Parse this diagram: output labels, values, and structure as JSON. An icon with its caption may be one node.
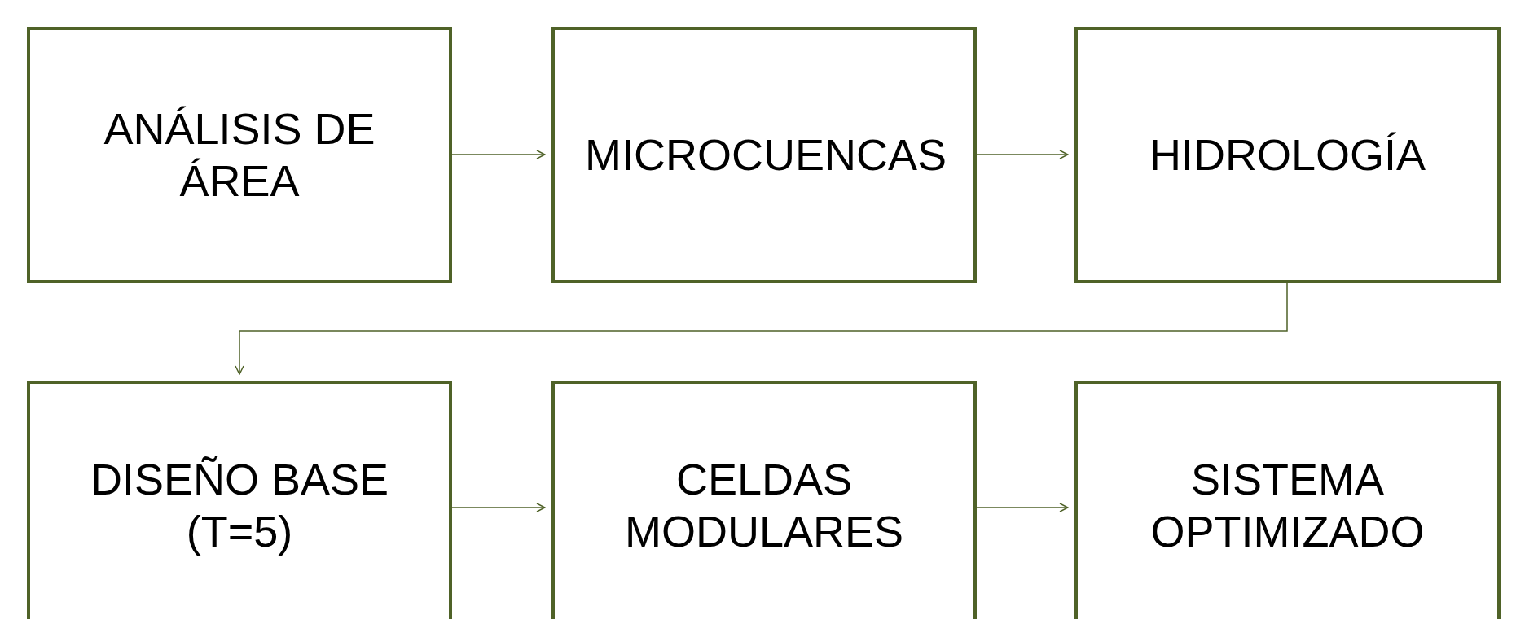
{
  "diagram": {
    "nodes": [
      {
        "text": [
          "ANÁLISIS DE ÁREA"
        ]
      },
      {
        "text": [
          "MICROCUENCAS"
        ]
      },
      {
        "text": [
          "HIDROLOGÍA"
        ]
      },
      {
        "text": [
          "DISEÑO BASE (T=5)"
        ]
      },
      {
        "text": [
          "CELDAS MODULARES"
        ]
      },
      {
        "text": [
          "SISTEMA OPTIMIZADO"
        ]
      }
    ],
    "edges": [
      {
        "from": 0,
        "to": 1,
        "arrow": "to"
      },
      {
        "from": 1,
        "to": 2,
        "arrow": "to"
      },
      {
        "from": 2,
        "to": 3,
        "arrow": "to"
      },
      {
        "from": 3,
        "to": 4,
        "arrow": "to"
      },
      {
        "from": 4,
        "to": 5,
        "arrow": "to"
      }
    ]
  }
}
